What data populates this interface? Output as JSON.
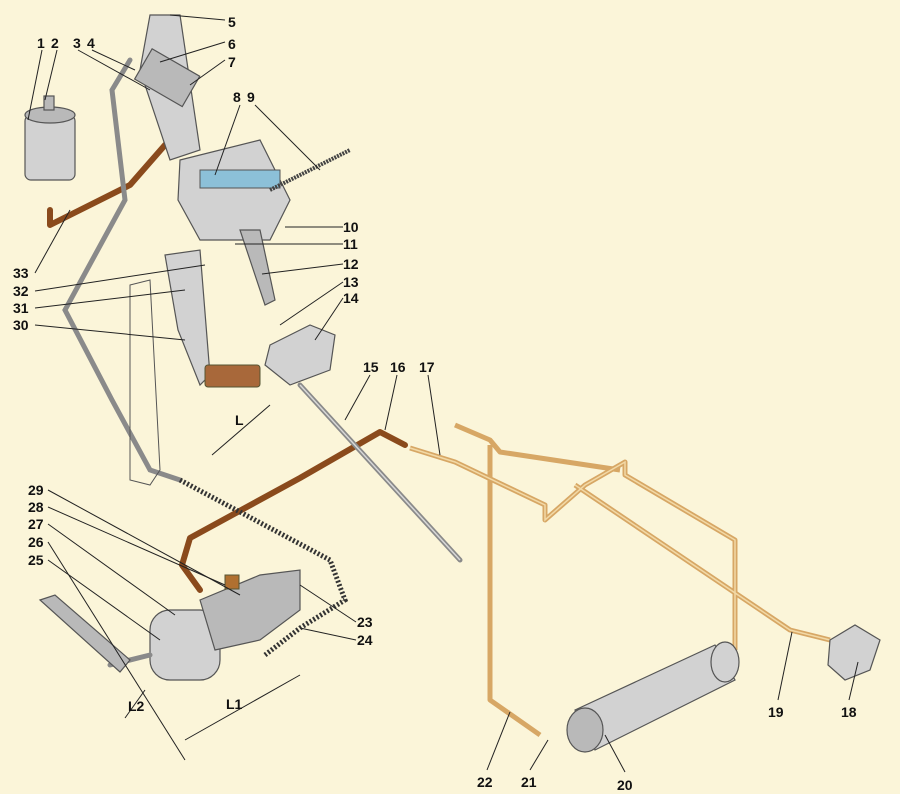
{
  "diagram": {
    "title": "Clutch release drive schematic",
    "labels": [
      "1",
      "2",
      "3",
      "4",
      "5",
      "6",
      "7",
      "8",
      "9",
      "10",
      "11",
      "12",
      "13",
      "14",
      "15",
      "16",
      "17",
      "18",
      "19",
      "20",
      "21",
      "22",
      "23",
      "24",
      "25",
      "26",
      "27",
      "28",
      "29",
      "30",
      "31",
      "32",
      "33"
    ],
    "dimensions": {
      "l": "L",
      "l1": "L1",
      "l2": "L2"
    },
    "colors": {
      "background": "#fbf5d9",
      "fluid_pipe": "#8a4a1c",
      "air_pipe": "#d7a765",
      "metal": "#b9b9b9"
    }
  }
}
